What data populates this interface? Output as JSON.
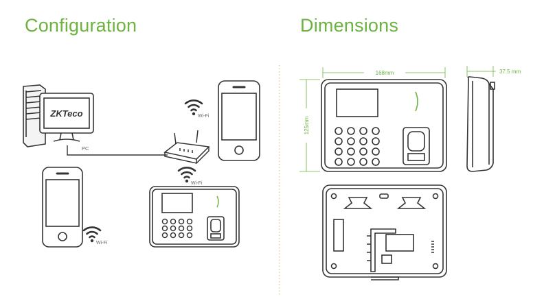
{
  "sections": {
    "configuration": "Configuration",
    "dimensions": "Dimensions"
  },
  "brand": {
    "logo_text": "ZKTeco"
  },
  "labels": {
    "pc": "PC",
    "wifi_1": "Wi-Fi",
    "wifi_2": "Wi-Fi",
    "wifi_3": "Wi-Fi"
  },
  "dimensions": {
    "width": "168mm",
    "height": "125mm",
    "depth": "37.5 mm"
  },
  "colors": {
    "accent": "#6cb33f",
    "line": "#333333",
    "divider": "#e0c070"
  },
  "icons": [
    "wifi-icon",
    "smartphone-icon",
    "router-icon",
    "desktop-pc-icon",
    "time-attendance-terminal-icon",
    "fingerprint-sensor-icon",
    "keypad-icon"
  ]
}
